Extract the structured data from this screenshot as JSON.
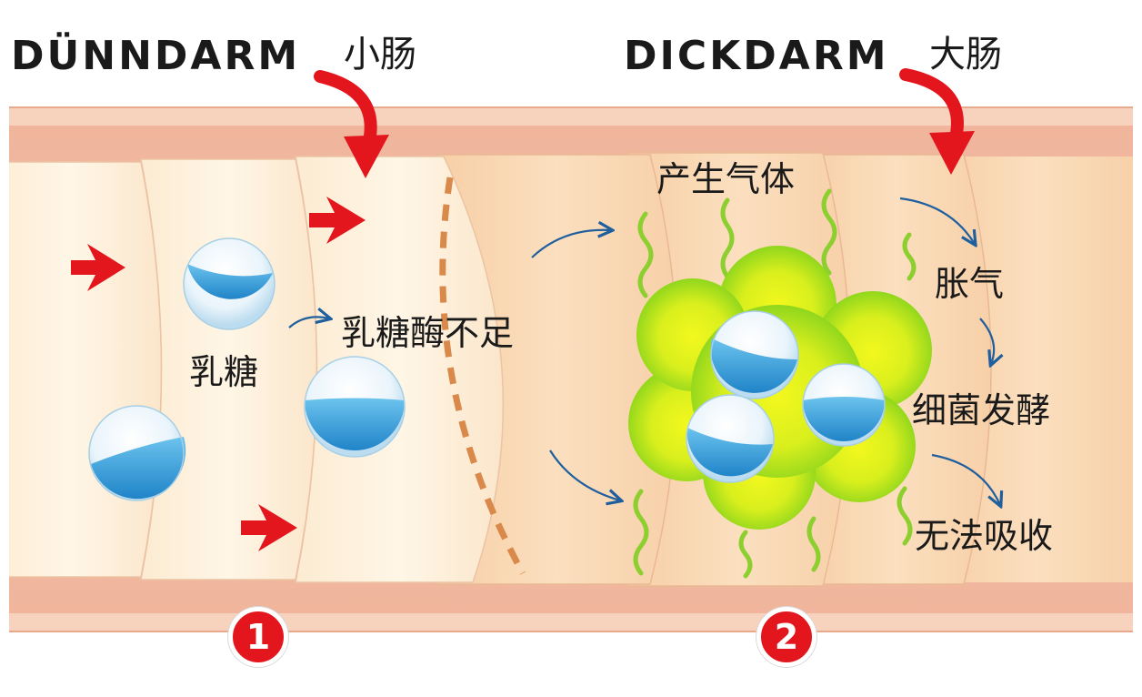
{
  "labels": {
    "small_intestine_de": "DÜNNDARM",
    "small_intestine_cn": "小肠",
    "large_intestine_de": "DICKDARM",
    "large_intestine_cn": "大肠",
    "lactose": "乳糖",
    "lactase_deficiency": "乳糖酶不足",
    "gas_production": "产生气体",
    "bloating": "胀气",
    "bacterial_fermentation": "细菌发酵",
    "not_absorbed": "无法吸收"
  },
  "badges": {
    "step1": "1",
    "step2": "2"
  },
  "colors": {
    "tube_outer": "#f2b49a",
    "tube_rim": "#f7cdb6",
    "small_segment": "#fdf1dc",
    "large_segment": "#f9d9b6",
    "flow_arrow_red": "#e3161d",
    "flow_arrow_blue": "#1f5f9e",
    "sphere_blue": "#3a9fd8",
    "bacteria_green": "#8fdc1e",
    "bacteria_yellow": "#e8f21a",
    "gas_wave": "#8ccf2e",
    "divider": "#d9894a",
    "badge": "#e3161d"
  },
  "icons": {
    "flow_arrow": "red-arrow-icon",
    "pointer_arrow": "curved-red-arrow-icon",
    "molecule": "lactose-sphere-icon",
    "bacteria": "bacteria-cluster-icon",
    "gas": "gas-wave-icon"
  }
}
